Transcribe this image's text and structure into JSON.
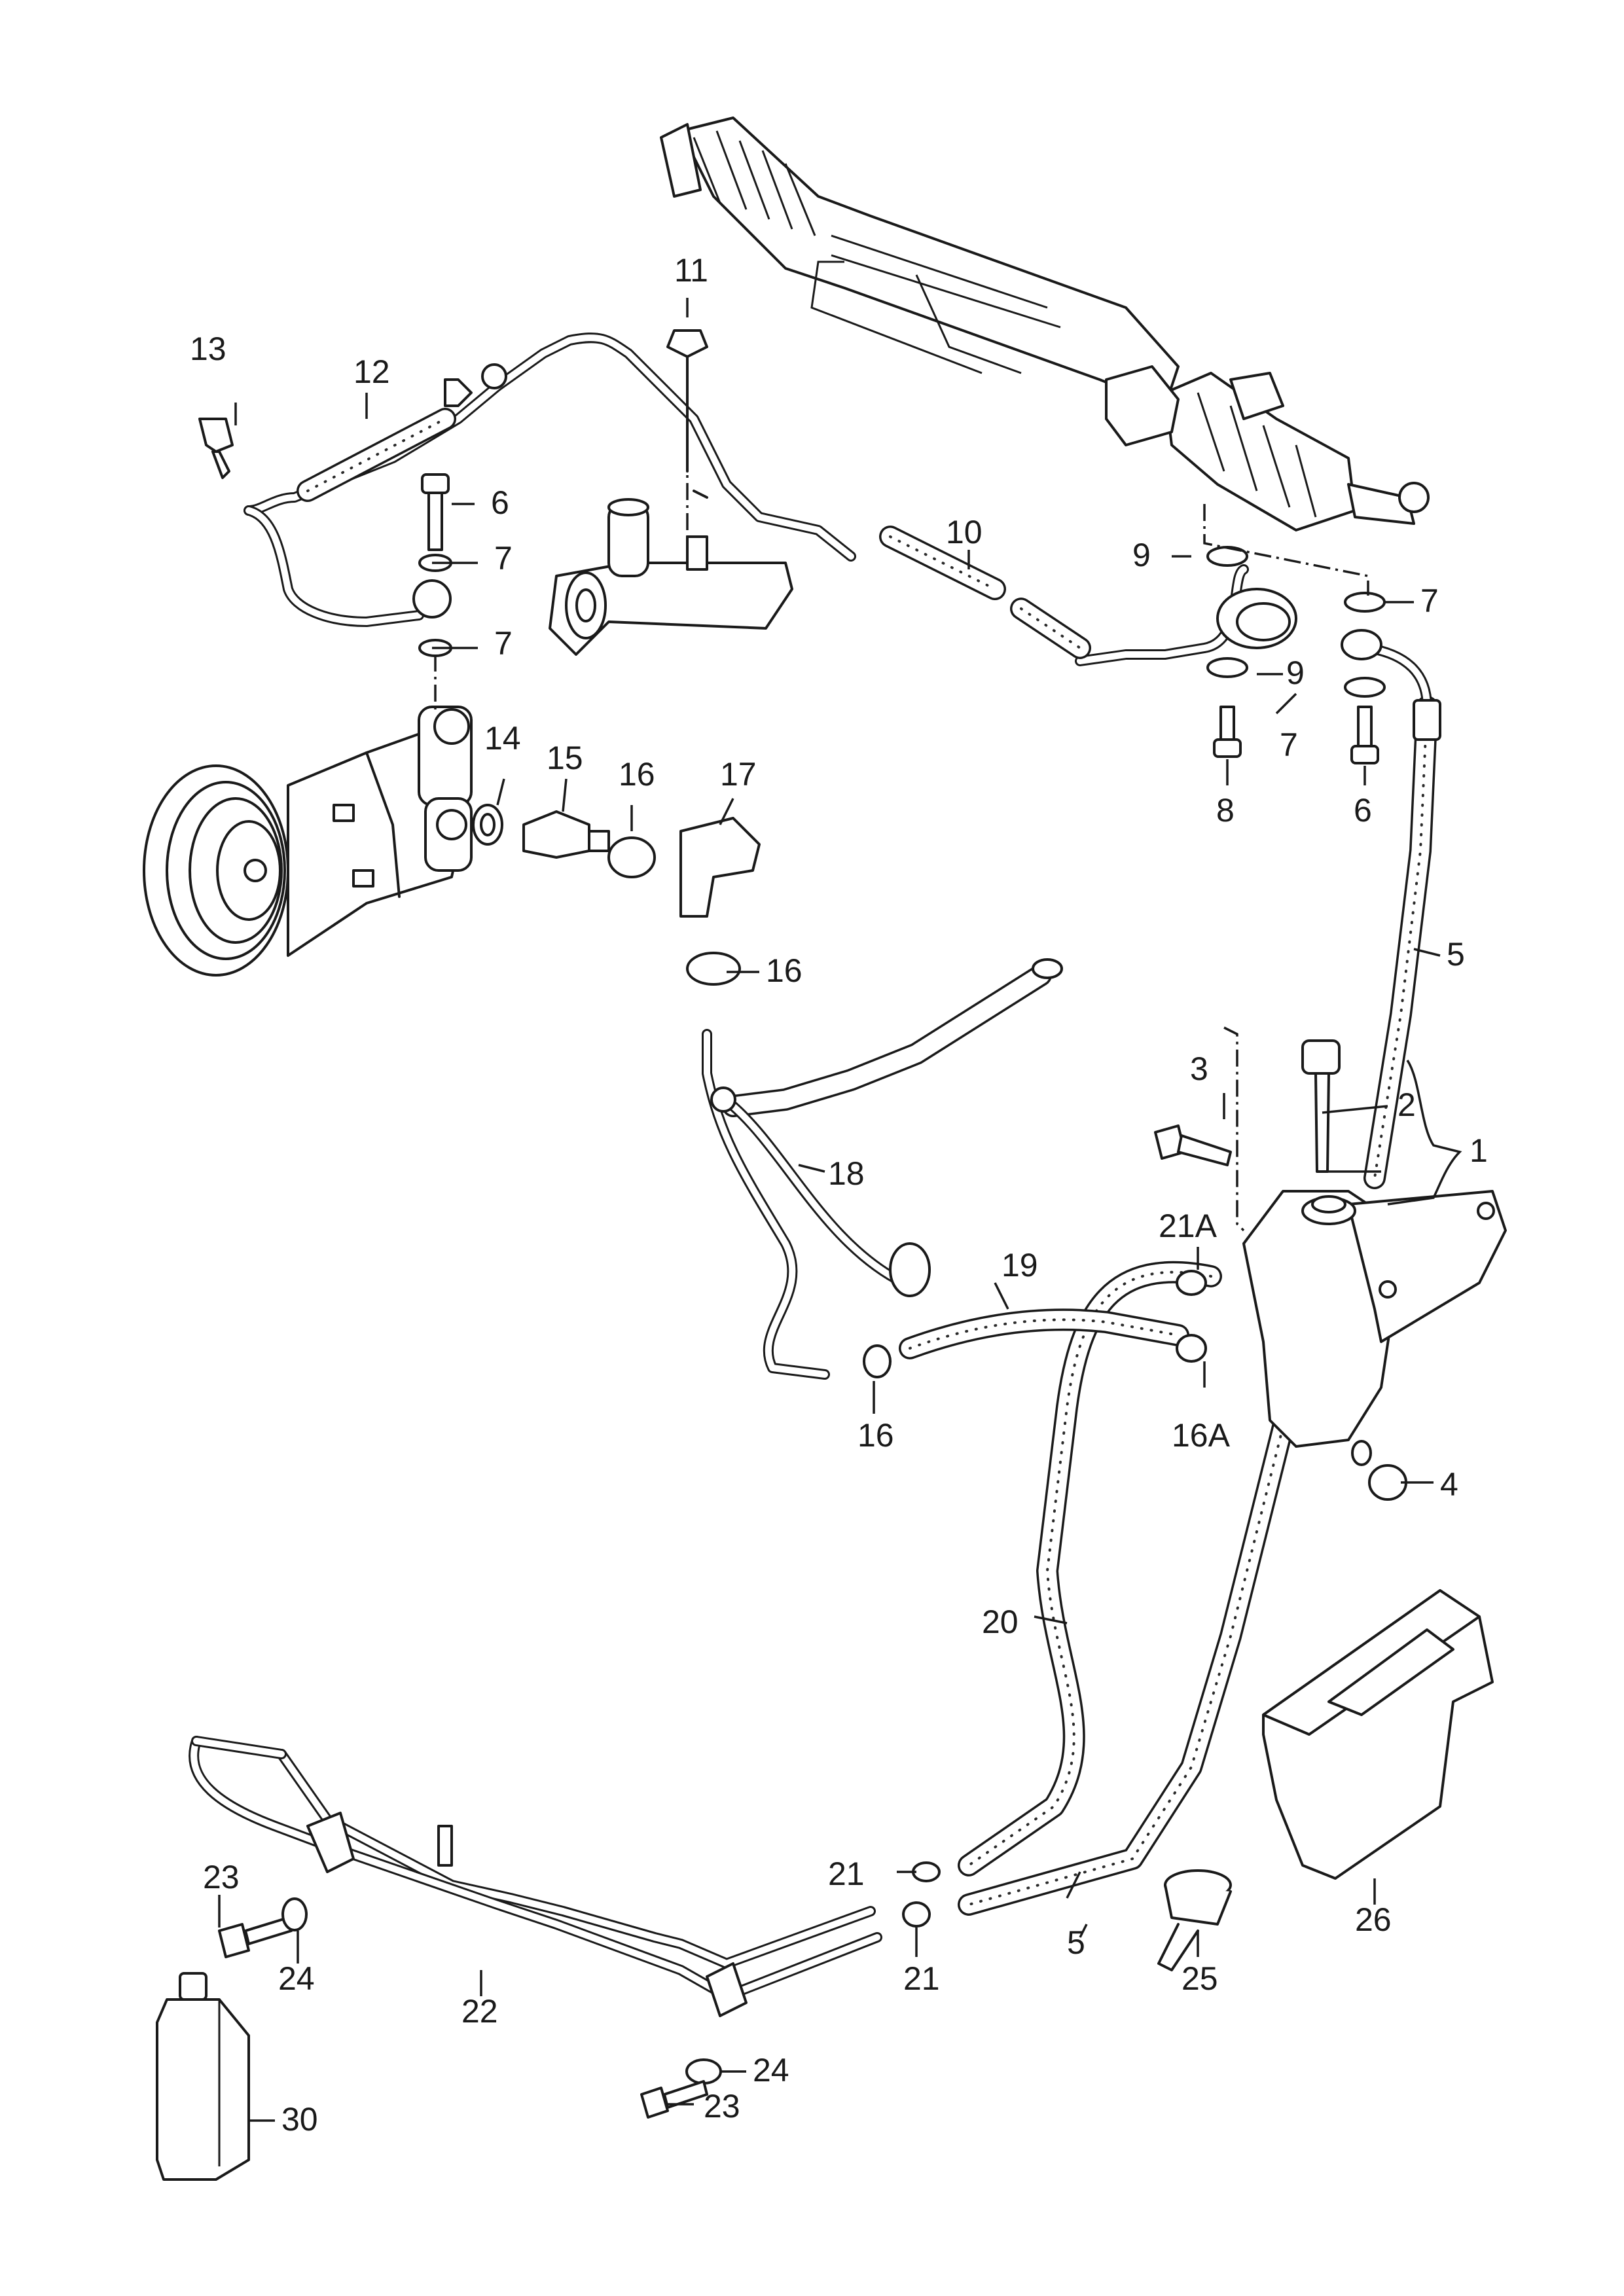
{
  "callouts": {
    "c1": "1",
    "c2": "2",
    "c3": "3",
    "c4": "4",
    "c5a": "5",
    "c5b": "5",
    "c6a": "6",
    "c6b": "6",
    "c7a": "7",
    "c7b": "7",
    "c7c": "7",
    "c7d": "7",
    "c8": "8",
    "c9a": "9",
    "c9b": "9",
    "c10": "10",
    "c11": "11",
    "c12": "12",
    "c13": "13",
    "c14": "14",
    "c15": "15",
    "c16a": "16",
    "c16b": "16",
    "c16c": "16",
    "c16A": "16A",
    "c17": "17",
    "c18": "18",
    "c19": "19",
    "c20": "20",
    "c21a": "21",
    "c21b": "21",
    "c21A": "21A",
    "c22": "22",
    "c23a": "23",
    "c23b": "23",
    "c24a": "24",
    "c24b": "24",
    "c25": "25",
    "c26": "26",
    "c30": "30"
  }
}
